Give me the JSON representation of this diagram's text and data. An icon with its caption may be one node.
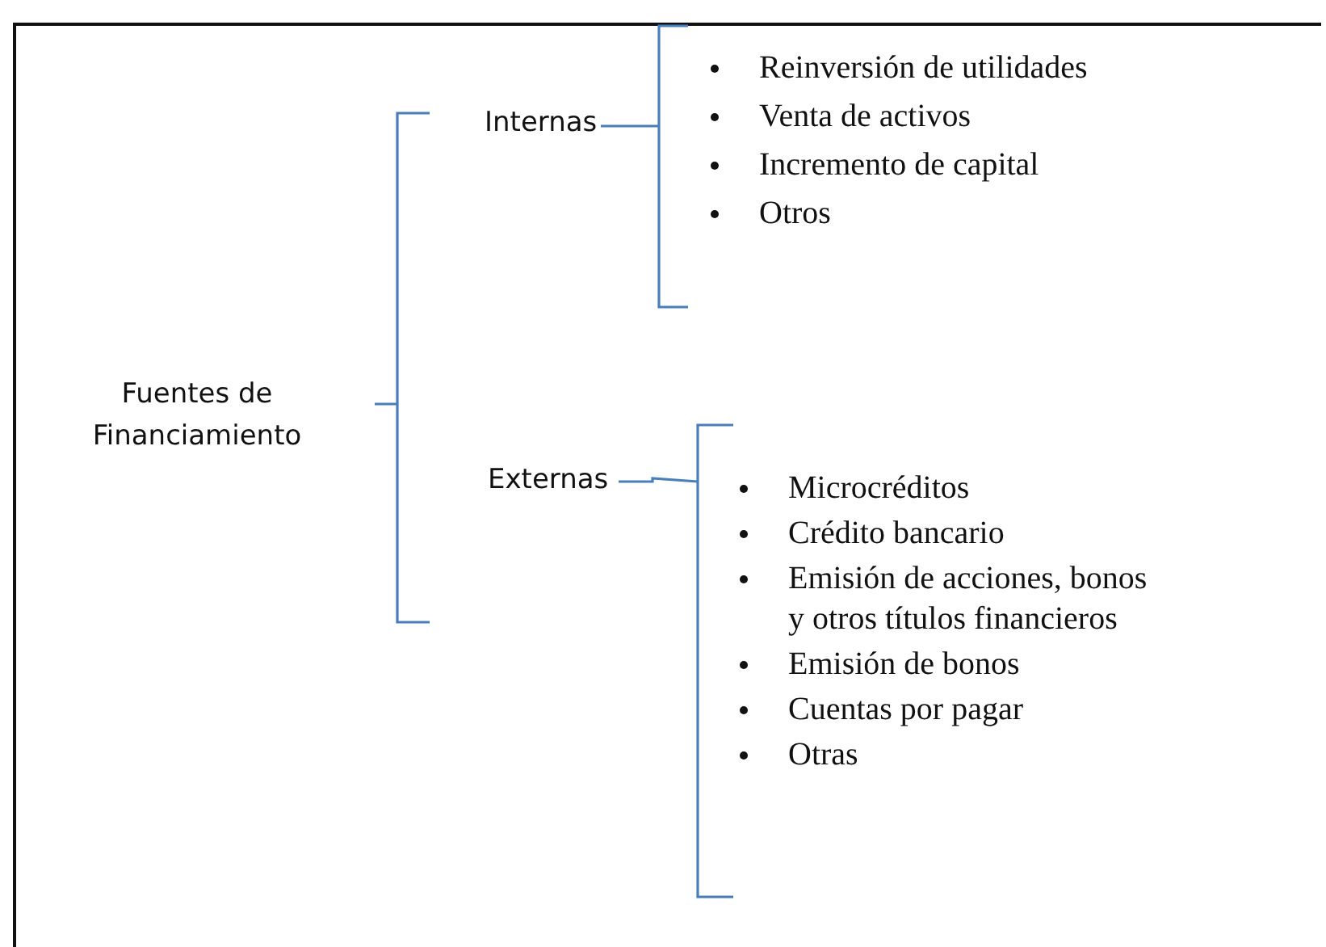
{
  "diagram": {
    "labels": [
      "Fuentes de Financiamiento",
      "Internas",
      "Reinversión de utilidades",
      "Venta de activos",
      "Incremento de capital",
      "Otros",
      "Externas",
      "Microcréditos",
      "Crédito bancario",
      "Emisión de acciones, bonos y otros títulos financieros",
      "Emisión de bonos",
      "Cuentas por pagar",
      "Otras"
    ]
  }
}
